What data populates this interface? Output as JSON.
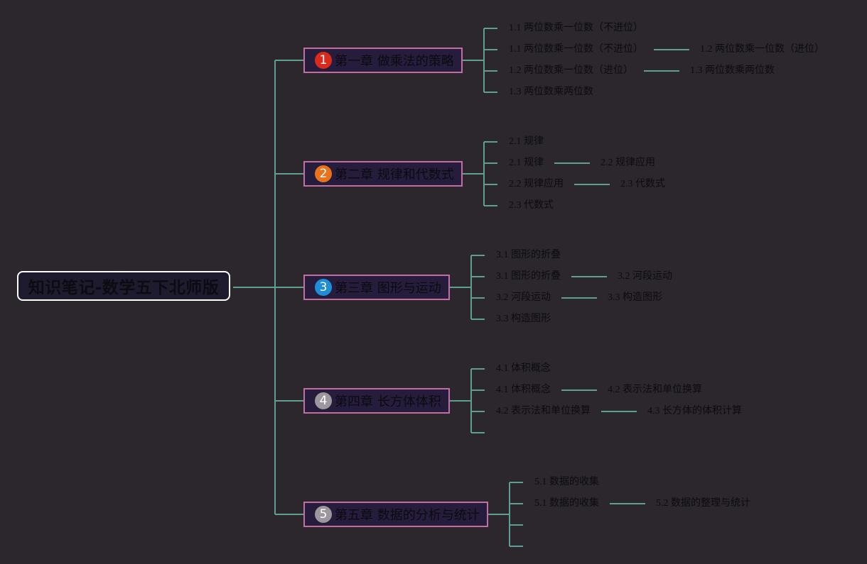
{
  "root": {
    "title": "知识笔记-数学五下北师版"
  },
  "colors": {
    "line": "#5e9e94",
    "chapter_border": "#c26ea4",
    "root_border": "#ffffff"
  },
  "chapters": [
    {
      "number": "1",
      "badge_color": "#d92a1c",
      "label": "第一章 做乘法的策略",
      "items": [
        {
          "label": "1.1 两位数乘一位数（不进位）"
        },
        {
          "label": "1.1 两位数乘一位数（不进位）",
          "next": "1.2 两位数乘一位数（进位）"
        },
        {
          "label": "1.2 两位数乘一位数（进位）",
          "next": "1.3 两位数乘两位数"
        },
        {
          "label": "1.3 两位数乘两位数"
        }
      ]
    },
    {
      "number": "2",
      "badge_color": "#e8731c",
      "label": "第二章 规律和代数式",
      "items": [
        {
          "label": "2.1 规律"
        },
        {
          "label": "2.1 规律",
          "next": "2.2 规律应用"
        },
        {
          "label": "2.2 规律应用",
          "next": "2.3 代数式"
        },
        {
          "label": "2.3 代数式"
        }
      ]
    },
    {
      "number": "3",
      "badge_color": "#1e8fd6",
      "label": "第三章 图形与运动",
      "items": [
        {
          "label": "3.1 图形的折叠"
        },
        {
          "label": "3.1 图形的折叠",
          "next": "3.2 河段运动"
        },
        {
          "label": "3.2 河段运动",
          "next": "3.3 构造图形"
        },
        {
          "label": "3.3 构造图形"
        }
      ]
    },
    {
      "number": "4",
      "badge_color": "#9c979c",
      "label": "第四章 长方体体积",
      "items": [
        {
          "label": "4.1 体积概念"
        },
        {
          "label": "4.1 体积概念",
          "next": "4.2 表示法和单位换算"
        },
        {
          "label": "4.2 表示法和单位换算",
          "next": "4.3 长方体的体积计算"
        },
        {
          "label": ""
        }
      ]
    },
    {
      "number": "5",
      "badge_color": "#9c979c",
      "label": "第五章 数据的分析与统计",
      "items": [
        {
          "label": "5.1 数据的收集"
        },
        {
          "label": "5.1 数据的收集",
          "next": "5.2 数据的整理与统计"
        },
        {
          "label": ""
        },
        {
          "label": ""
        }
      ]
    }
  ]
}
